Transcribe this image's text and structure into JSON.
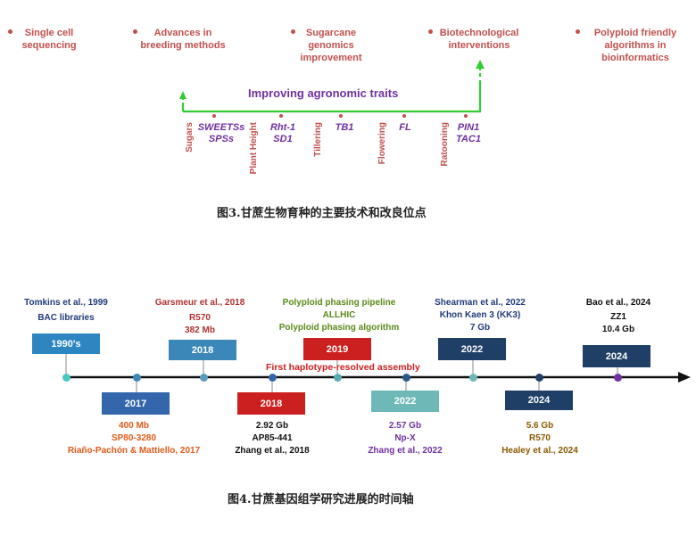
{
  "fig3": {
    "technologies": [
      {
        "line1": "Single cell",
        "line2": "sequencing"
      },
      {
        "line1": "Advances in",
        "line2": "breeding methods"
      },
      {
        "line1": "Sugarcane",
        "line2": "genomics",
        "line3": "improvement"
      },
      {
        "line1": "Biotechnological",
        "line2": "interventions"
      },
      {
        "line1": "Polyploid friendly",
        "line2": "algorithms in",
        "line3": "bioinformatics"
      }
    ],
    "arrow_label": "Improving agronomic traits",
    "traits": [
      "Sugars",
      "Plant Height",
      "Tillering",
      "Flowering",
      "Ratooning"
    ],
    "genes": [
      {
        "line1": "SWEETSs",
        "line2": "SPSs"
      },
      {
        "line1": "Rht-1",
        "line2": "SD1"
      },
      {
        "line1": "TB1"
      },
      {
        "line1": "FL"
      },
      {
        "line1": "PIN1",
        "line2": "TAC1"
      }
    ],
    "caption": "图3.甘蔗生物育种的主要技术和改良位点",
    "colors": {
      "trait_text": "#c0504d",
      "gene_text": "#7030a0",
      "arrow": "#33cc33",
      "label": "#7030a0"
    }
  },
  "fig4": {
    "caption": "图4.甘蔗基因组学研究进展的时间轴",
    "assembly_label": "First haplotype-resolved assembly",
    "events_above": [
      {
        "box": "1990's",
        "lines": [
          "Tomkins et al., 1999",
          "BAC libraries"
        ],
        "color": "#2e86c1",
        "text_color": "#1f3b7a"
      },
      {
        "box": "2018",
        "lines": [
          "Garsmeur et al., 2018",
          "R570",
          "382 Mb"
        ],
        "color": "#3a87b8",
        "text_color": "#b03030"
      },
      {
        "box": "2019",
        "lines": [
          "Polyploid phasing pipeline",
          "ALLHIC",
          "Polyploid phasing algorithm"
        ],
        "color": "#cc1f1f",
        "text_color": "#5a8a1a"
      },
      {
        "box": "2022",
        "lines": [
          "Shearman et al., 2022",
          "Khon Kaen 3 (KK3)",
          "7 Gb"
        ],
        "color": "#1f3f66",
        "text_color": "#1f3b7a"
      },
      {
        "box": "2024",
        "lines": [
          "Bao et al., 2024",
          "ZZ1",
          "10.4 Gb"
        ],
        "color": "#1f3f66",
        "text_color": "#111111"
      }
    ],
    "events_below": [
      {
        "box": "2017",
        "lines": [
          "400 Mb",
          "SP80-3280",
          "Riaño-Pachón & Mattiello, 2017"
        ],
        "color": "#3366aa",
        "text_color": "#e05a1a"
      },
      {
        "box": "2018",
        "lines": [
          "2.92 Gb",
          "AP85-441",
          "Zhang et al., 2018"
        ],
        "color": "#cc1f1f",
        "text_color": "#111111"
      },
      {
        "box": "2022",
        "lines": [
          "2.57 Gb",
          "Np-X",
          "Zhang et al., 2022"
        ],
        "color": "#6fb8b8",
        "text_color": "#7030a0"
      },
      {
        "box": "2024",
        "lines": [
          "5.6 Gb",
          "R570",
          "Healey et al., 2024"
        ],
        "color": "#1f3f66",
        "text_color": "#8a5a00"
      }
    ]
  }
}
